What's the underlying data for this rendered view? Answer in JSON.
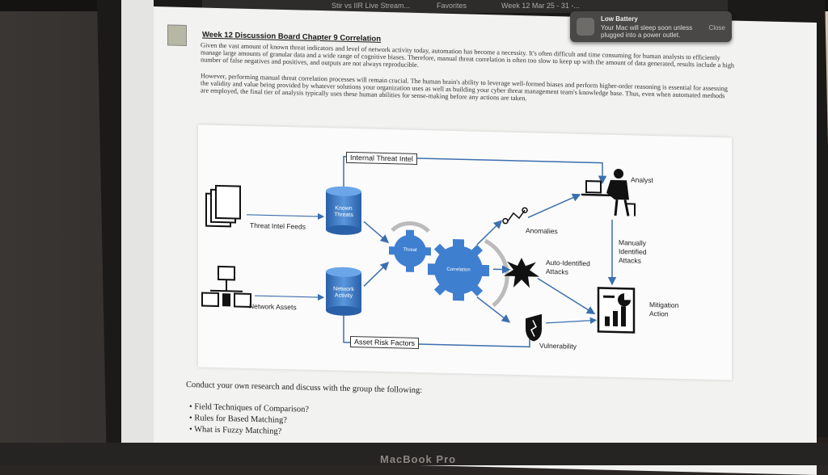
{
  "menubar": {
    "item1": "Stir vs IIR Live Stream...",
    "item2": "Favorites",
    "item3": "Week 12 Mar 25 - 31 -..."
  },
  "notification": {
    "title": "Low Battery",
    "body": "Your Mac will sleep soon unless plugged into a power outlet.",
    "close_label": "Close"
  },
  "document": {
    "title": "Week 12 Discussion Board Chapter 9 Correlation",
    "paragraph1": "Given the vast amount of known threat indicators and level of network activity today, automation has become a necessity. It's often difficult and time consuming for human analysts to efficiently manage large amounts of granular data and a wide range of cognitive biases. Therefore, manual threat correlation is often too slow to keep up with the amount of data generated, results include a high number of false negatives and positives, and outputs are not always reproducible.",
    "paragraph2": "However, performing manual threat correlation processes will remain crucial. The human brain's ability to leverage well-formed biases and perform higher-order reasoning is essential for assessing the validity and value being provided by whatever solutions your organization uses as well as building your cyber threat management team's knowledge base. Thus, even when automated methods are employed, the final tier of analysis typically uses these human abilities for sense-making before any actions are taken."
  },
  "diagram": {
    "internal_threat_intel": "Internal Threat Intel",
    "threat_intel_feeds": "Threat Intel Feeds",
    "known_threats": "Known Threats",
    "threat_gear": "Threat",
    "correlation_gear": "Correlation",
    "anomalies": "Anomalies",
    "auto_identified_attacks": "Auto-Identified Attacks",
    "analyst": "Analyst",
    "manually_identified_attacks": "Manually Identified Attacks",
    "network_assets": "Network Assets",
    "network_activity": "Network Activity",
    "asset_risk_factors": "Asset Risk Factors",
    "vulnerability": "Vulnerability",
    "mitigation_action": "Mitigation Action",
    "colors": {
      "gear": "#3f7fd0",
      "cylinder": "#2f6db8",
      "arrow": "#3b6fae"
    }
  },
  "questions": {
    "heading": "Conduct your own research and discuss with the group the following:",
    "items": [
      "Field Techniques of Comparison?",
      "Rules for Based Matching?",
      "What is Fuzzy Matching?"
    ]
  },
  "laptop": {
    "brand": "MacBook Pro"
  }
}
